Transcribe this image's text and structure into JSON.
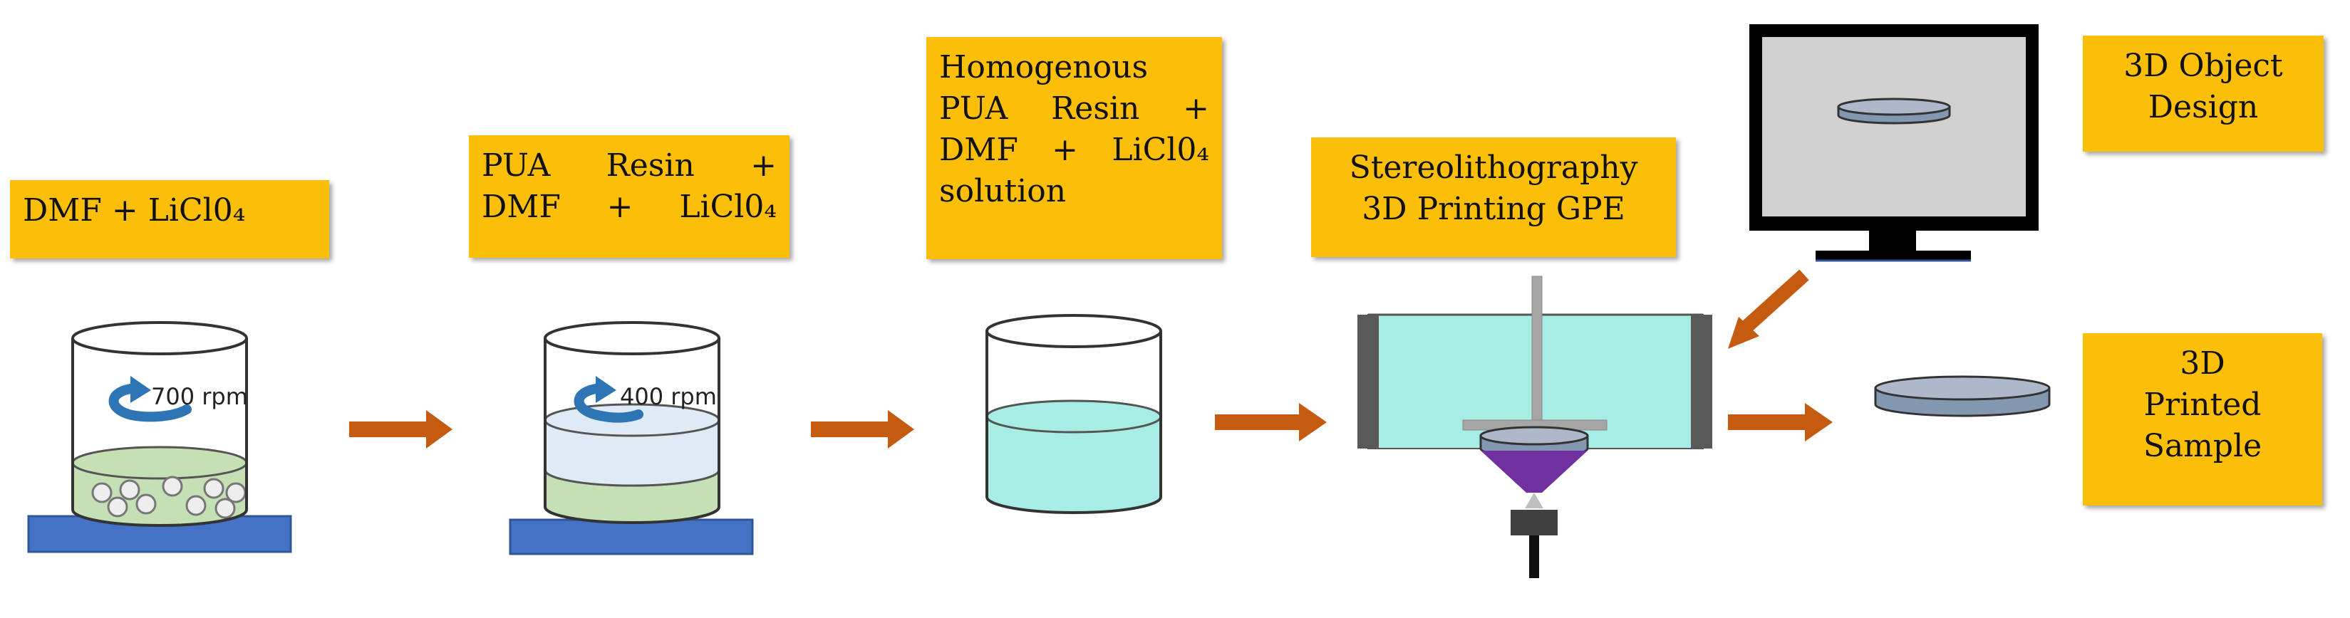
{
  "colors": {
    "label_bg": "#fbbf0a",
    "arrow": "#c55a11",
    "stir_plate": "#4472c4",
    "liquid_green": "#c5e0b4",
    "liquid_light_blue": "#deebf7",
    "liquid_cyan": "#a8ece6",
    "resin_vat": "#a8ece6",
    "laser": "#7030a0",
    "monitor_screen": "#d0d0d0"
  },
  "steps": [
    {
      "id": "step1",
      "lines": [
        "DMF + LiCl0₄"
      ],
      "speed_label": "700 rpm"
    },
    {
      "id": "step2",
      "lines": [
        "PUA  Resin  +",
        "DMF + LiCl0₄"
      ],
      "speed_label": "400 rpm"
    },
    {
      "id": "step3",
      "lines": [
        "Homogenous",
        "PUA  Resin  +",
        "DMF + LiCl0₄",
        "solution"
      ]
    },
    {
      "id": "step4",
      "lines": [
        "Stereolithography",
        "3D Printing GPE"
      ]
    },
    {
      "id": "design",
      "lines": [
        "3D Object",
        "Design"
      ]
    },
    {
      "id": "sample",
      "lines": [
        "3D",
        "Printed",
        "Sample"
      ]
    }
  ],
  "icons": {
    "stir_arrow_1": "rotation-arrow-icon",
    "stir_arrow_2": "rotation-arrow-icon",
    "flow_arrows": "right-arrow-icon",
    "monitor": "monitor-icon"
  }
}
